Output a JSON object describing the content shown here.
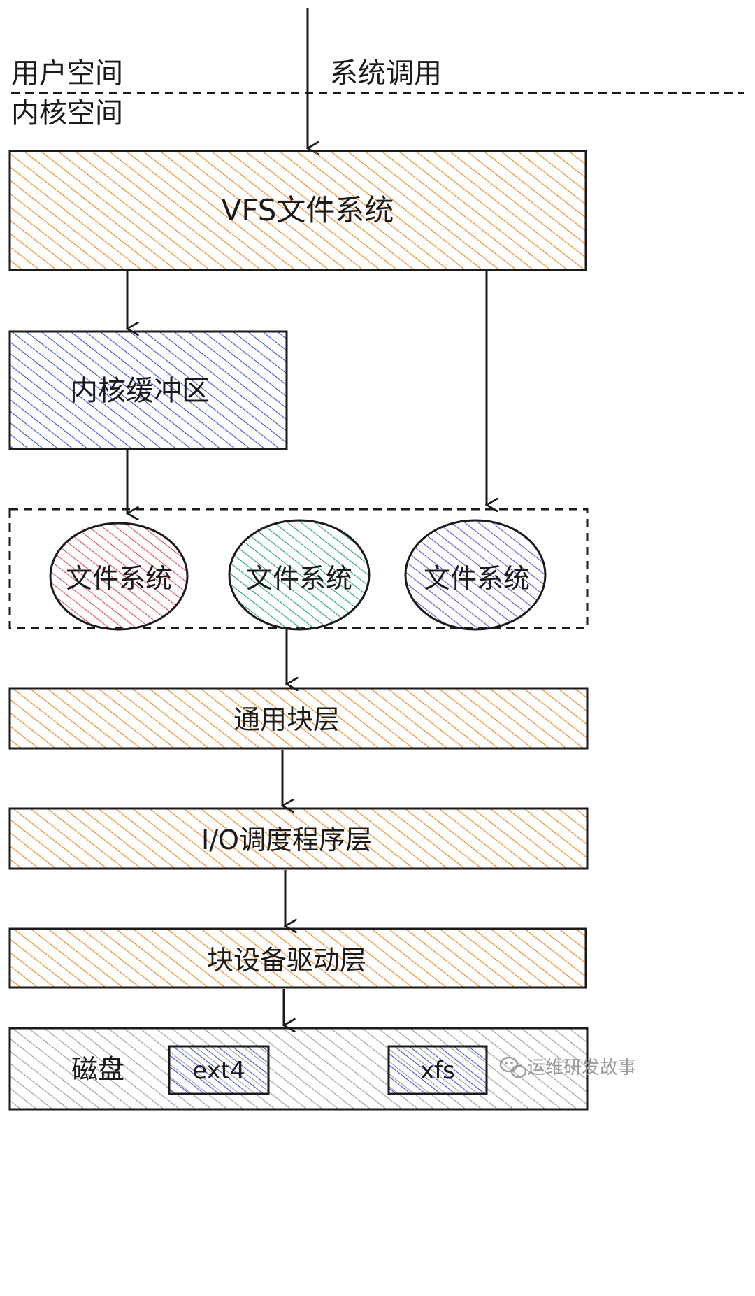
{
  "space": {
    "user": "用户空间",
    "kernel": "内核空间",
    "syscall": "系统调用"
  },
  "layers": {
    "vfs": "VFS文件系统",
    "buffer": "内核缓冲区",
    "generic_block": "通用块层",
    "io_scheduler": "I/O调度程序层",
    "block_driver": "块设备驱动层",
    "disk": "磁盘"
  },
  "filesystems": [
    "文件系统",
    "文件系统",
    "文件系统"
  ],
  "disk_parts": [
    "ext4",
    "xfs"
  ],
  "watermark": "运维研发故事",
  "colors": {
    "orange": "#f08a24",
    "blue": "#3b4fd8",
    "red": "#e0485a",
    "green": "#1fa66a",
    "purple": "#6b4fd6",
    "gray": "#9a9a9a",
    "stroke": "#1a1a1a"
  },
  "icons": [
    "wechat-icon"
  ]
}
